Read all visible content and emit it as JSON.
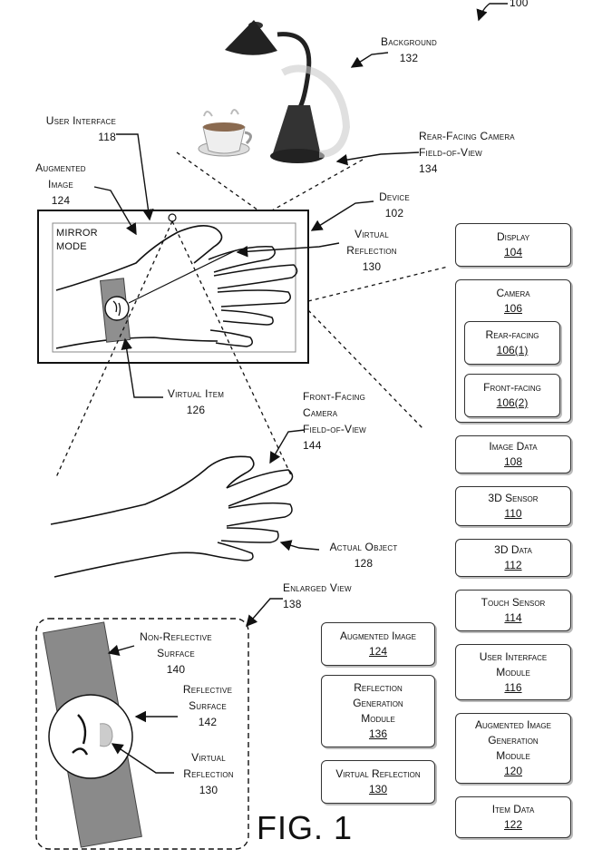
{
  "diagram": {
    "figure_ref": "100",
    "figure_title": "FIG. 1",
    "labels": {
      "background": {
        "text": "Background",
        "num": "132"
      },
      "rear_fov": {
        "line1": "Rear-Facing Camera",
        "line2": "Field-of-View",
        "num": "134"
      },
      "user_interface": {
        "text": "User Interface",
        "num": "118"
      },
      "augmented_image": {
        "line1": "Augmented",
        "line2": "Image",
        "num": "124"
      },
      "device": {
        "text": "Device",
        "num": "102"
      },
      "virtual_reflection": {
        "line1": "Virtual",
        "line2": "Reflection",
        "num": "130"
      },
      "mirror_mode": {
        "line1": "MIRROR",
        "line2": "MODE"
      },
      "virtual_item": {
        "text": "Virtual Item",
        "num": "126"
      },
      "front_fov": {
        "line1": "Front-Facing",
        "line2": "Camera",
        "line3": "Field-of-View",
        "num": "144"
      },
      "actual_object": {
        "text": "Actual Object",
        "num": "128"
      },
      "enlarged_view": {
        "text": "Enlarged View",
        "num": "138"
      },
      "non_reflective": {
        "line1": "Non-Reflective",
        "line2": "Surface",
        "num": "140"
      },
      "reflective": {
        "line1": "Reflective",
        "line2": "Surface",
        "num": "142"
      },
      "ev_virtual_reflection": {
        "line1": "Virtual",
        "line2": "Reflection",
        "num": "130"
      }
    },
    "right_boxes": {
      "display": {
        "line1": "Display",
        "num": "104"
      },
      "camera": {
        "line1": "Camera",
        "num": "106"
      },
      "rear_facing": {
        "line1": "Rear-facing",
        "num": "106(1)"
      },
      "front_facing": {
        "line1": "Front-facing",
        "num": "106(2)"
      },
      "image_data": {
        "line1": "Image Data",
        "num": "108"
      },
      "sensor_3d": {
        "line1": "3D Sensor",
        "num": "110"
      },
      "data_3d": {
        "line1": "3D Data",
        "num": "112"
      },
      "touch_sensor": {
        "line1": "Touch Sensor",
        "num": "114"
      },
      "ui_module": {
        "line1": "User Interface",
        "line2": "Module",
        "num": "116"
      },
      "aug_gen_module": {
        "line1": "Augmented Image",
        "line2": "Generation",
        "line3": "Module",
        "num": "120"
      },
      "item_data": {
        "line1": "Item Data",
        "num": "122"
      }
    },
    "middle_boxes": {
      "augmented_image": {
        "line1": "Augmented Image",
        "num": "124"
      },
      "reflection_gen": {
        "line1": "Reflection",
        "line2": "Generation",
        "line3": "Module",
        "num": "136"
      },
      "virtual_reflection": {
        "line1": "Virtual Reflection",
        "num": "130"
      }
    }
  }
}
